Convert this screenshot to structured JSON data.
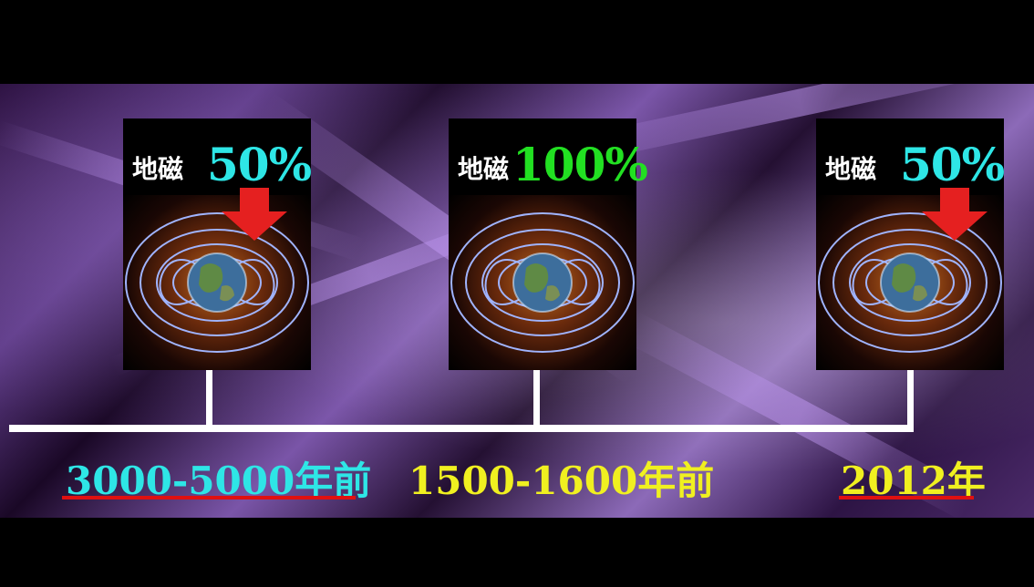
{
  "panels": [
    {
      "label": "地磁",
      "percent": "50%",
      "percent_color": "#2ee6e6"
    },
    {
      "label": "地磁",
      "percent": "100%",
      "percent_color": "#22e022"
    },
    {
      "label": "地磁",
      "percent": "50%",
      "percent_color": "#2ee6e6"
    }
  ],
  "timeline": [
    {
      "text": "3000-5000年前",
      "color": "#2ee6e6"
    },
    {
      "text": "1500-1600年前",
      "color": "#f0f020"
    },
    {
      "text": "2012年",
      "color": "#f0f020"
    }
  ],
  "colors": {
    "arrow": "#e52020",
    "underline": "#e01010",
    "field_lines": "#a0b4ff"
  }
}
